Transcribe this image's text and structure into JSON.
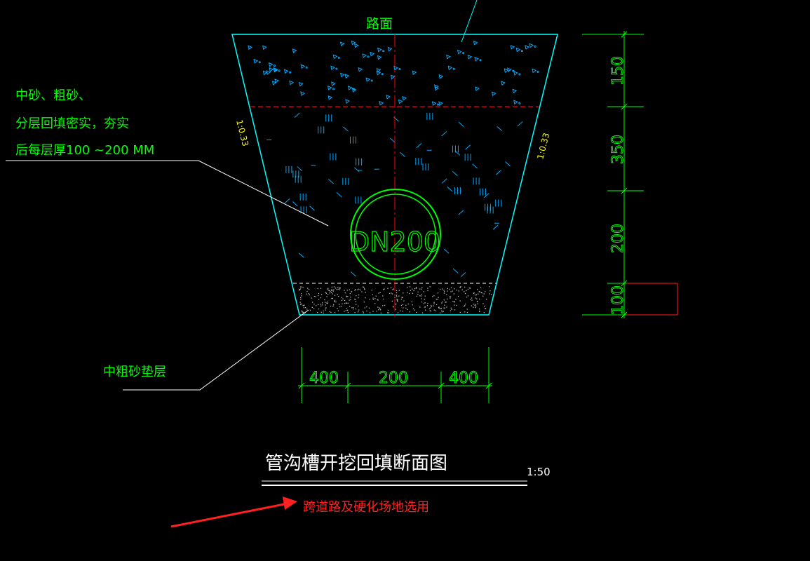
{
  "drawing": {
    "road_surface_label": "路面",
    "note_lines": [
      "中砂、粗砂、",
      "分层回填密实，夯实",
      "后每层厚100 ~200 MM"
    ],
    "bedding_label": "中粗砂垫层",
    "slope_left": "1:0.33",
    "slope_right": "1:0.33",
    "pipe_label": "DN200",
    "bottom_dims": [
      "400",
      "200",
      "400"
    ],
    "right_dims": [
      "150",
      "350",
      "200",
      "100"
    ],
    "title": "管沟槽开挖回填断面图",
    "scale": "1:50",
    "red_note": "跨道路及硬化场地选用"
  },
  "colors": {
    "background": "#000000",
    "outline": "#00ffff",
    "dimension": "#00ff00",
    "text": "#00ff00",
    "centerline": "#ff0000",
    "leader": "#ffffff",
    "hatch": "#00aaff",
    "slope_text": "#ffff00",
    "red_note": "#ff2020"
  }
}
